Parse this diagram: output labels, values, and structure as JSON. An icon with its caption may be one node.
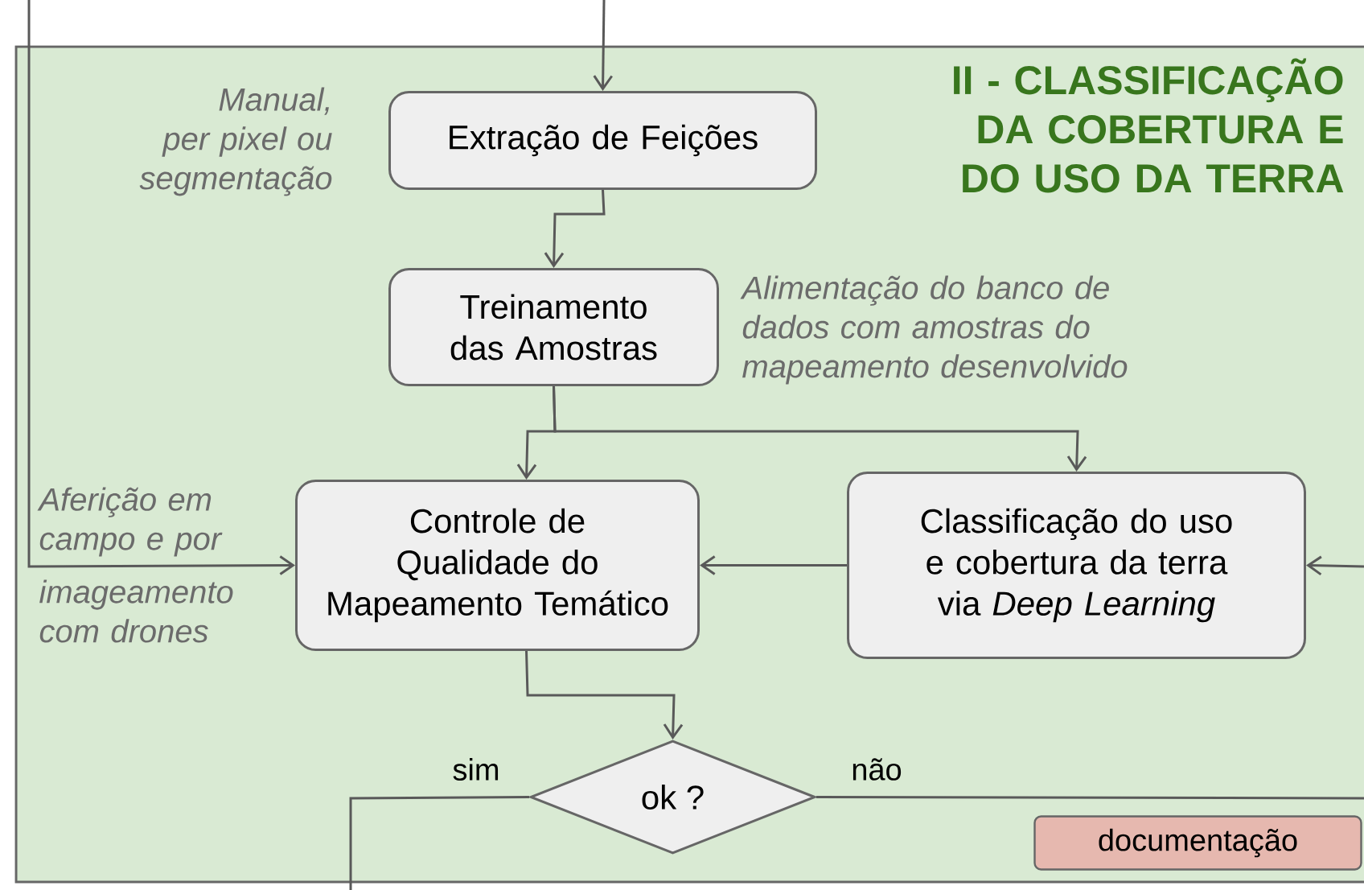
{
  "diagram": {
    "nodes": [
      {
        "text": [
          "II - CLASSIFICAÇÃO DA COBERTURA E DO USO DA TERRA"
        ]
      },
      {
        "text": [
          "Extração de Feições"
        ],
        "in": 0,
        "beside": [
          "Manual, per pixel ou segmentação"
        ]
      },
      {
        "text": [
          "Treinamento das Amostras"
        ],
        "in": 0,
        "beside": [
          "Alimentação do banco de dados com amostras do mapeamento desenvolvido"
        ]
      },
      {
        "text": [
          "Controle de Qualidade do Mapeamento Temático"
        ],
        "in": 0,
        "beside": [
          "Aferição em campo e por",
          "imageamento com drones"
        ]
      },
      {
        "text": [
          "Classificação do uso e cobertura da terra via *Deep Learning*"
        ],
        "in": 0
      },
      {
        "text": [
          "ok ?"
        ],
        "in": 0
      },
      {
        "text": [
          "documentação"
        ],
        "in": 0
      }
    ],
    "edges": [
      {
        "from": null,
        "to": 1,
        "arrow": "to"
      },
      {
        "from": 1,
        "to": 2,
        "arrow": "to"
      },
      {
        "from": 2,
        "to": 3,
        "arrow": "to"
      },
      {
        "from": 2,
        "to": 4,
        "arrow": "to"
      },
      {
        "from": 4,
        "to": 3,
        "arrow": "to"
      },
      {
        "from": null,
        "to": 4,
        "arrow": "to"
      },
      {
        "from": null,
        "to": 3,
        "arrow": "to"
      },
      {
        "from": 3,
        "to": 5,
        "arrow": "to"
      },
      {
        "from": 5,
        "to": null,
        "arrow": "none",
        "label": "sim"
      },
      {
        "from": 5,
        "to": null,
        "arrow": "none",
        "label": "não"
      }
    ]
  }
}
